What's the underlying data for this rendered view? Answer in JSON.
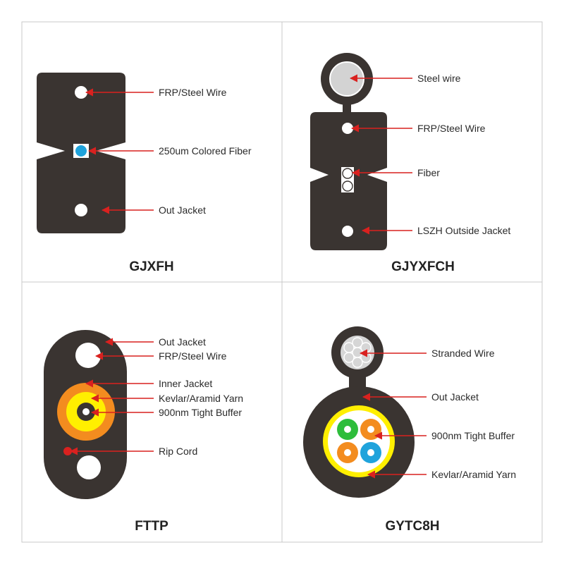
{
  "colors": {
    "jacket": "#3a3431",
    "arrow": "#d9211f",
    "frame": "#c9c9c9",
    "fiber_blue": "#1fa3dc",
    "kevlar_yellow": "#ffef00",
    "inner_orange": "#f38c1f",
    "green": "#2ebd3b",
    "rip_cord_red": "#d9211f"
  },
  "panels": [
    {
      "id": "gjxfh",
      "title": "GJXFH",
      "labels": [
        "FRP/Steel Wire",
        "250um Colored Fiber",
        "Out Jacket"
      ]
    },
    {
      "id": "gjyxfch",
      "title": "GJYXFCH",
      "labels": [
        "Steel wire",
        "FRP/Steel Wire",
        "Fiber",
        "LSZH Outside Jacket"
      ]
    },
    {
      "id": "fttp",
      "title": "FTTP",
      "labels": [
        "Out Jacket",
        "FRP/Steel Wire",
        "Inner Jacket",
        "Kevlar/Aramid Yarn",
        "900nm Tight Buffer",
        "Rip Cord"
      ]
    },
    {
      "id": "gytc8h",
      "title": "GYTC8H",
      "labels": [
        "Stranded Wire",
        "Out Jacket",
        "900nm Tight Buffer",
        "Kevlar/Aramid Yarn"
      ]
    }
  ]
}
